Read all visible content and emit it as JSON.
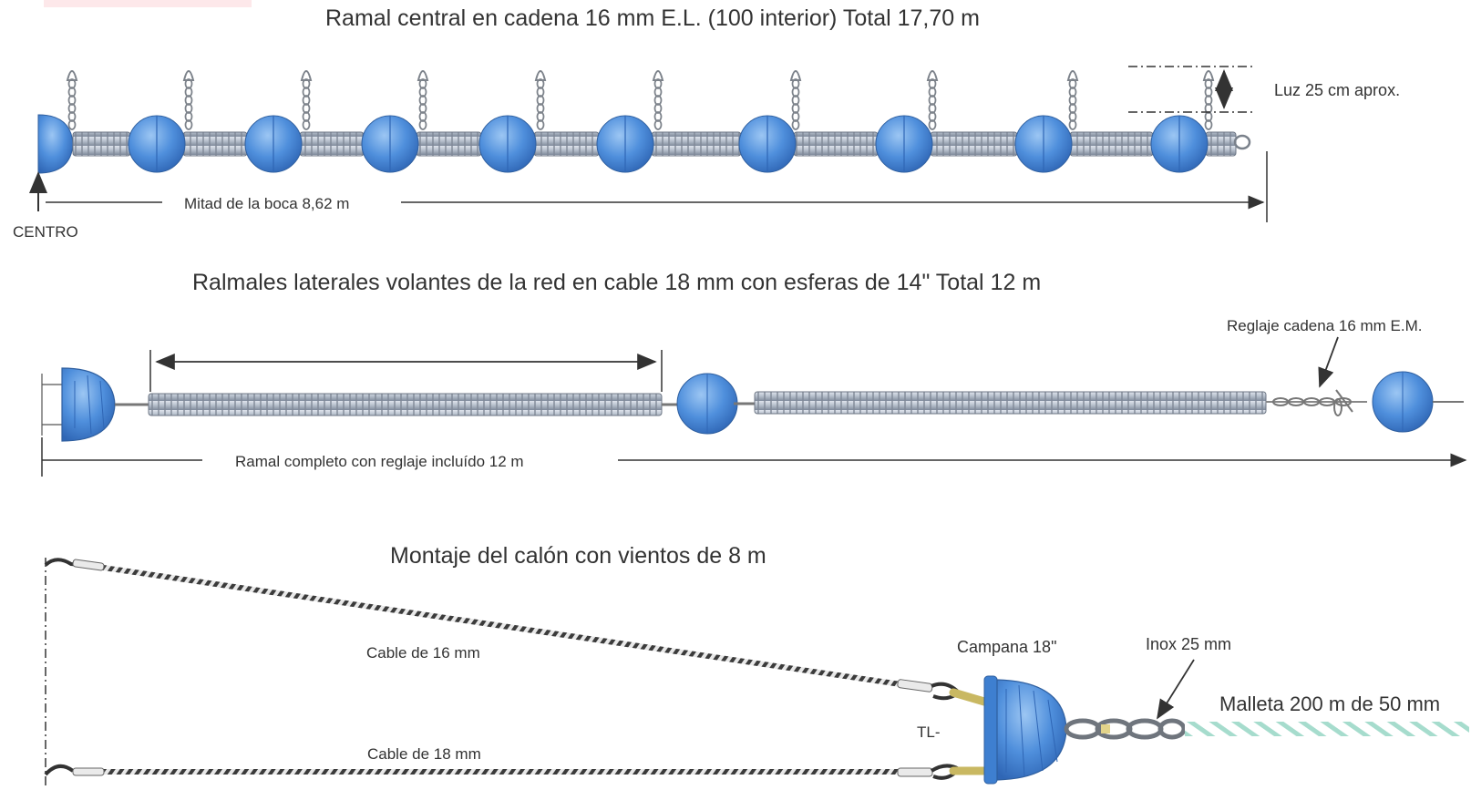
{
  "colors": {
    "float_blue": "#4f8fdc",
    "float_dark": "#2f66b5",
    "float_light": "#8fbcf0",
    "cylinder": "#c5ccd6",
    "cylinder_dark": "#8d97a6",
    "chain": "#8a8f96",
    "arrow": "#333333",
    "net_green": "#9fd7c9",
    "shackle": "#e3d48a"
  },
  "icons": [
    "sphere-float-icon",
    "chain-lanyard-icon",
    "half-sphere-float-icon",
    "shackle-icon",
    "arrow-icon"
  ],
  "section1": {
    "title": "Ramal central en cadena 16 mm E.L. (100 interior) Total 17,70 m",
    "gap_label": "Luz 25 cm aprox.",
    "half_mouth_label": "Mitad de la boca 8,62 m",
    "center_label": "CENTRO"
  },
  "section2": {
    "title": "Ralmales laterales volantes de la red en cable 18 mm con esferas de 14\"  Total 12 m",
    "rigging_label": "Reglaje cadena 16 mm E.M.",
    "complete_label": "Ramal completo con reglaje incluído 12 m"
  },
  "section3": {
    "title": "Montaje del calón con vientos de 8 m",
    "cable16_label": "Cable de 16 mm",
    "cable18_label": "Cable de 18 mm",
    "bell_label": "Campana 18\"",
    "inox_label": "Inox 25 mm",
    "net_label": "Malleta 200 m de 50 mm",
    "tl_label": "TL-"
  }
}
